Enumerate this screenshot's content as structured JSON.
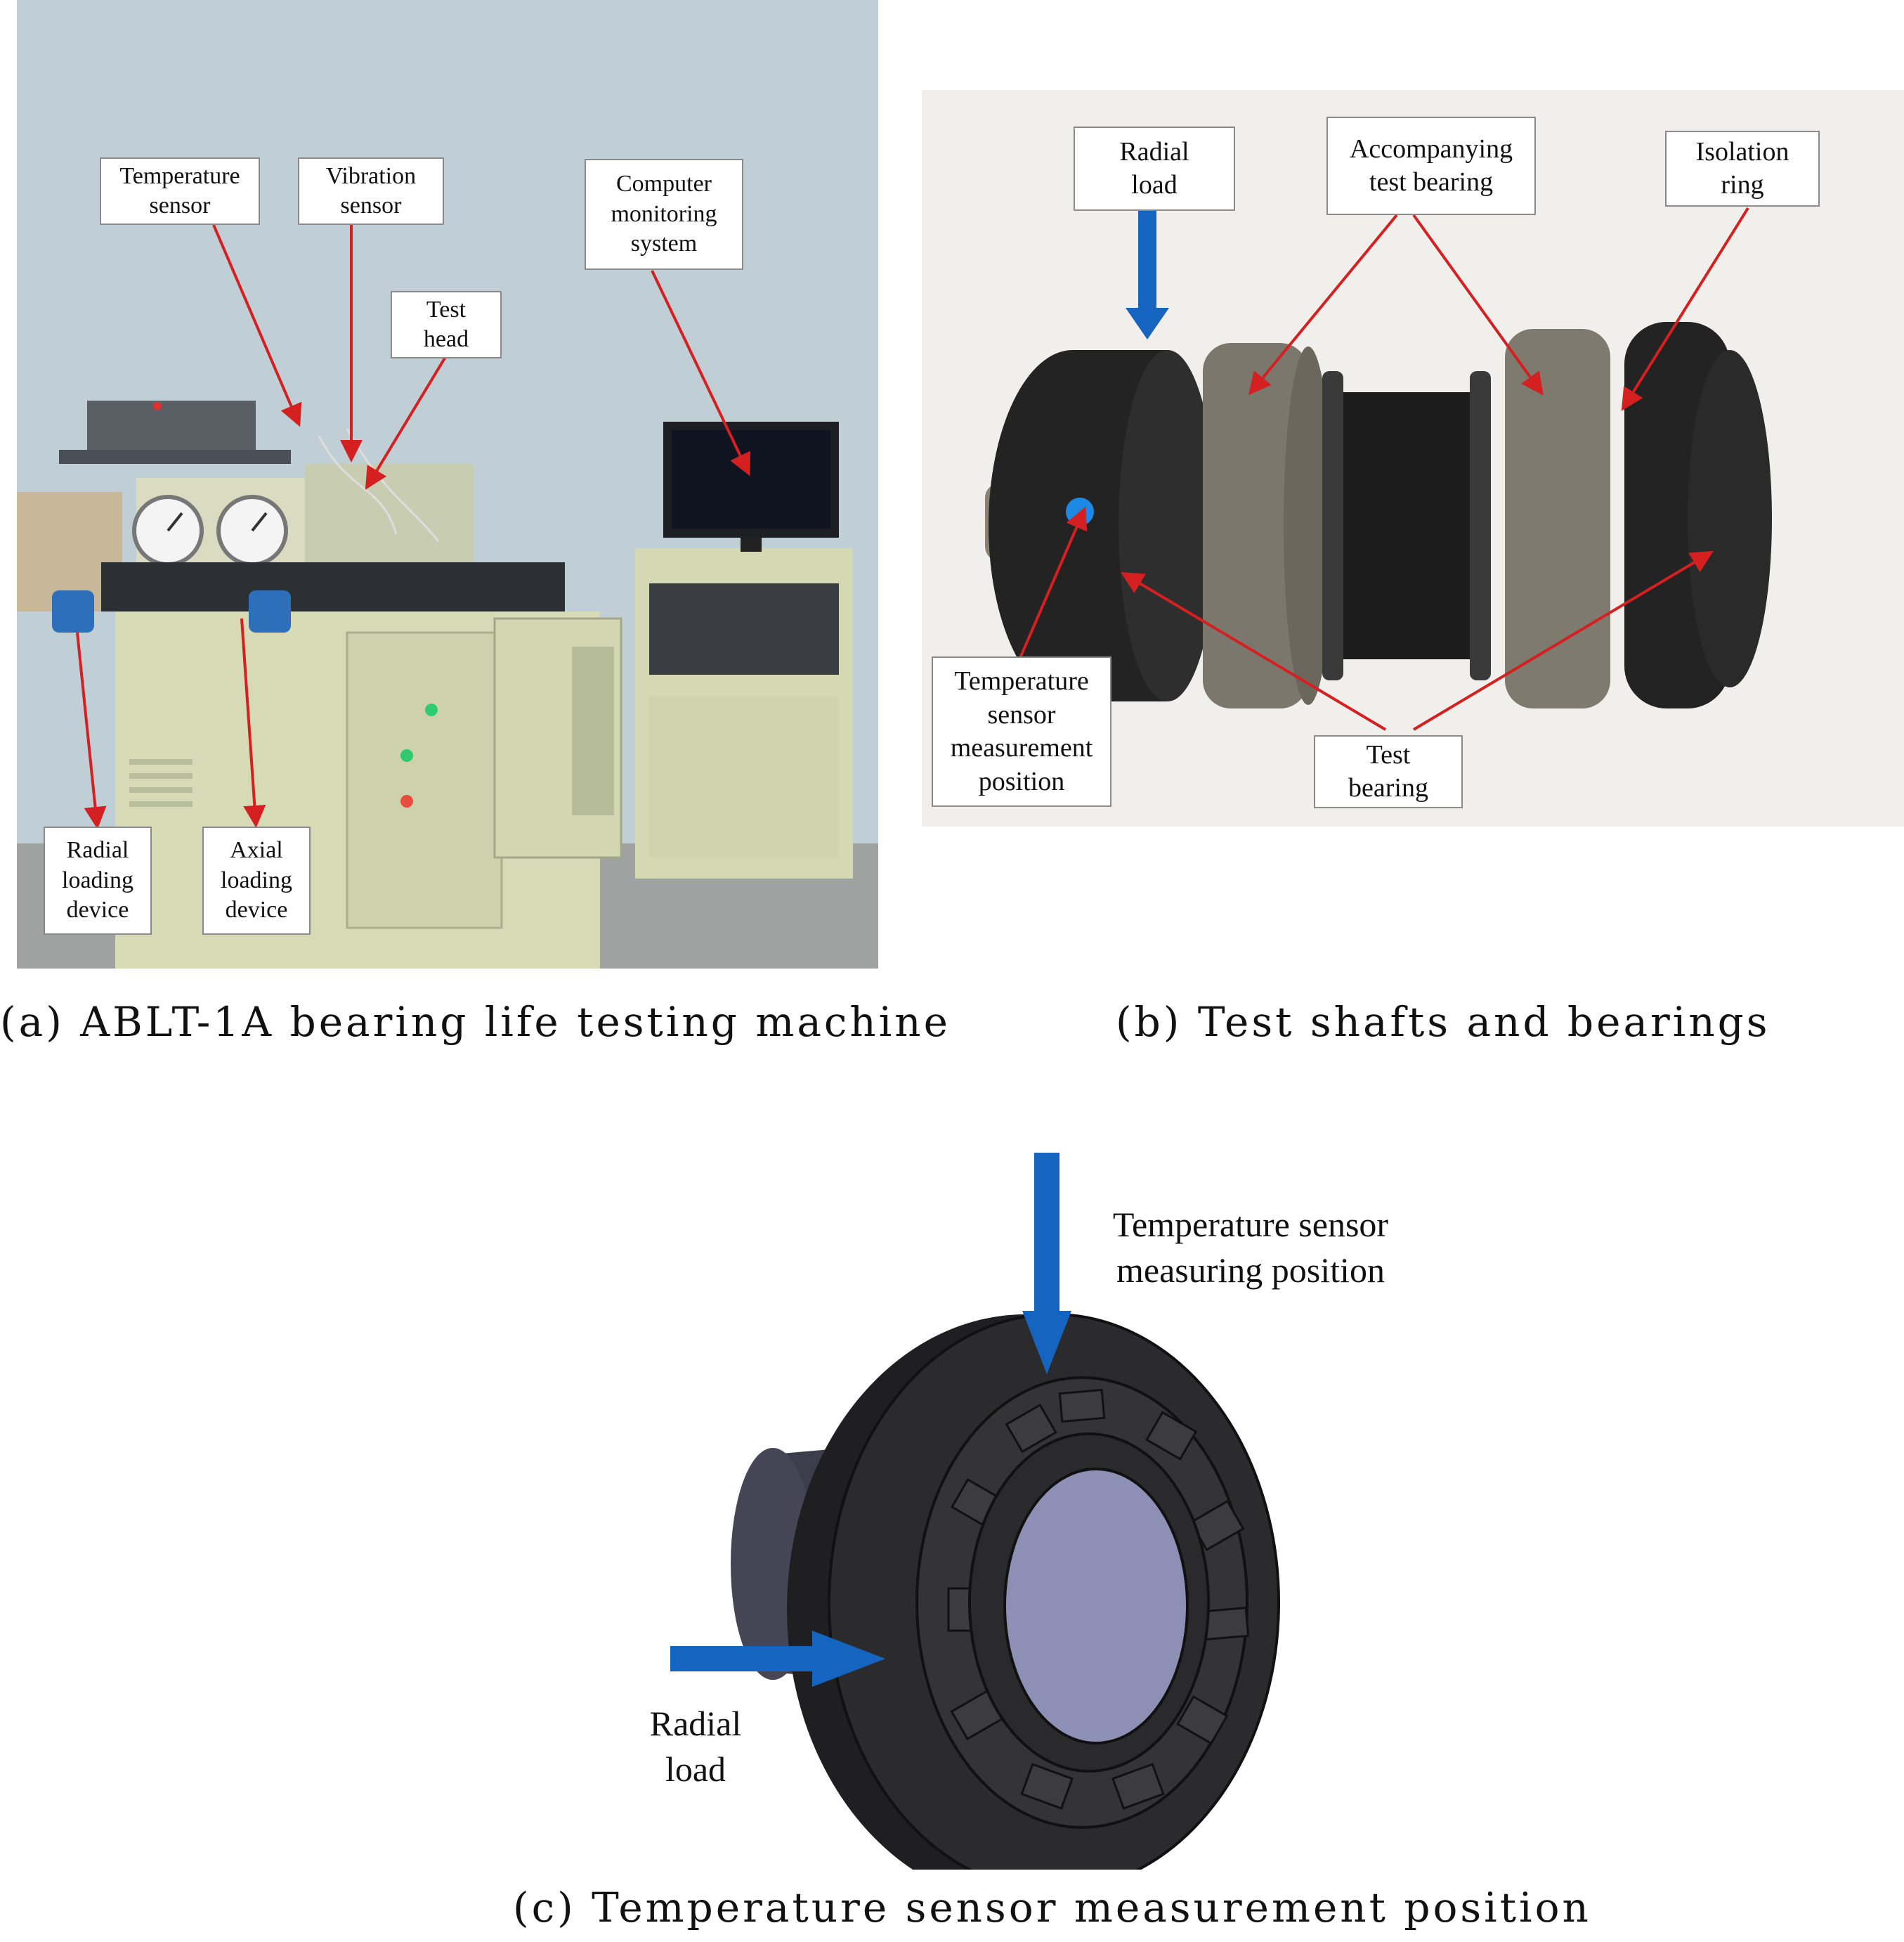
{
  "panel_a": {
    "caption": "(a) ABLT-1A bearing life testing machine",
    "labels": {
      "temperature_sensor": "Temperature\nsensor",
      "vibration_sensor": "Vibration\nsensor",
      "computer_monitoring": "Computer\nmonitoring\nsystem",
      "test_head": "Test\nhead",
      "radial_loading": "Radial\nloading\ndevice",
      "axial_loading": "Axial\nloading\ndevice"
    }
  },
  "panel_b": {
    "caption": "(b) Test shafts and bearings",
    "labels": {
      "radial_load": "Radial\nload",
      "accompanying": "Accompanying\ntest bearing",
      "isolation_ring": "Isolation\nring",
      "temp_position": "Temperature\nsensor\nmeasurement\nposition",
      "test_bearing": "Test\nbearing"
    }
  },
  "panel_c": {
    "caption": "(c) Temperature sensor measurement position",
    "labels": {
      "temp_measuring": "Temperature sensor\nmeasuring position",
      "radial_load": "Radial\nload"
    }
  },
  "colors": {
    "arrow_red": "#d42020",
    "load_blue": "#1565c0",
    "bearing_dark": "#2b2b2d",
    "inner_face": "#8d8fb5",
    "machine_body": "#d7dcb9"
  }
}
